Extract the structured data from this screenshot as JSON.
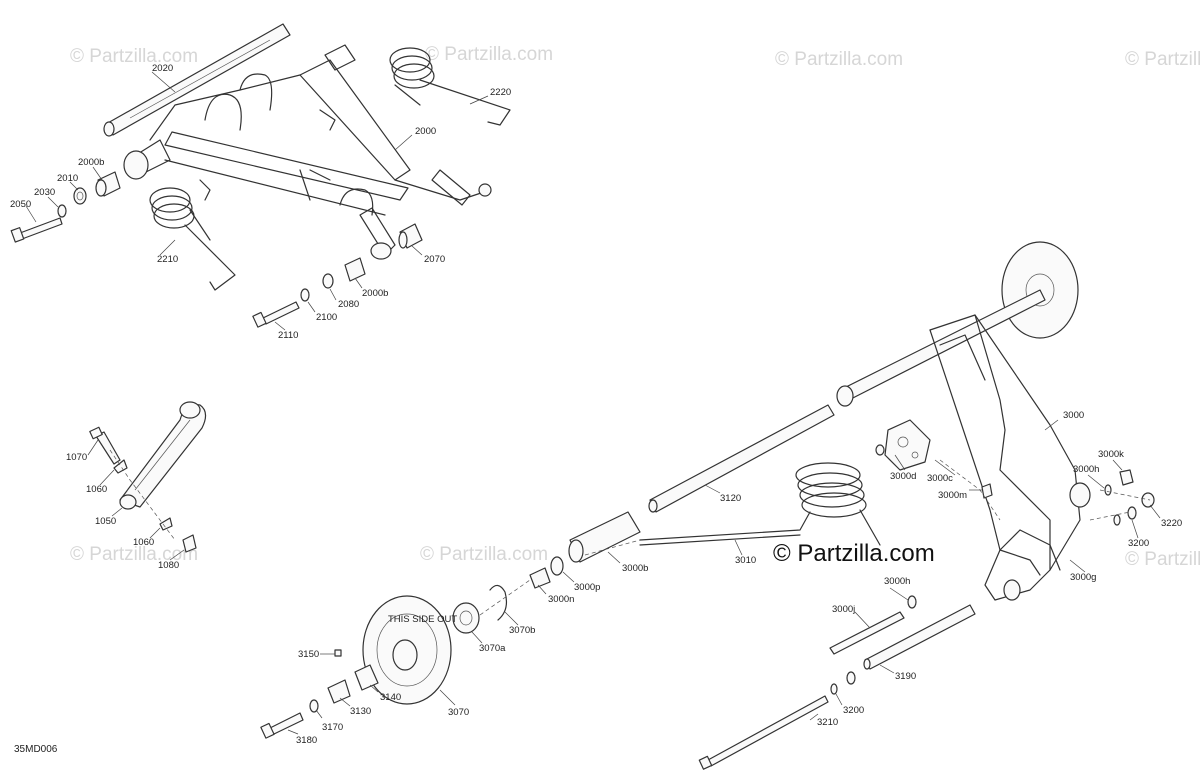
{
  "diagram_code": "35MD006",
  "watermark_text": "© Partzilla.com",
  "main_watermark_text": "© Partzilla.com",
  "labels": {
    "p2020": "2020",
    "p2220": "2220",
    "p2000": "2000",
    "p2000b_top": "2000b",
    "p2010": "2010",
    "p2030": "2030",
    "p2050": "2050",
    "p2210": "2210",
    "p2070": "2070",
    "p2000b_bot": "2000b",
    "p2080": "2080",
    "p2100": "2100",
    "p2110": "2110",
    "p1070": "1070",
    "p1060_top": "1060",
    "p1050": "1050",
    "p1060_bot": "1060",
    "p1080": "1080",
    "p3000": "3000",
    "p3000k": "3000k",
    "p3000h_top": "3000h",
    "p3000d": "3000d",
    "p3000c": "3000c",
    "p3000m": "3000m",
    "p3220": "3220",
    "p3200_right": "3200",
    "p3000g": "3000g",
    "p3120": "3120",
    "p3010": "3010",
    "p3000b": "3000b",
    "p3000p": "3000p",
    "p3000n": "3000n",
    "p3070b": "3070b",
    "p3070a": "3070a",
    "p3000h_bot": "3000h",
    "p3000j": "3000j",
    "p3190": "3190",
    "p3150": "3150",
    "p3140": "3140",
    "p3130": "3130",
    "p3070": "3070",
    "p3170": "3170",
    "p3180": "3180",
    "p3200_bot": "3200",
    "p3210": "3210"
  },
  "wheel_text": "THIS SIDE OUT"
}
